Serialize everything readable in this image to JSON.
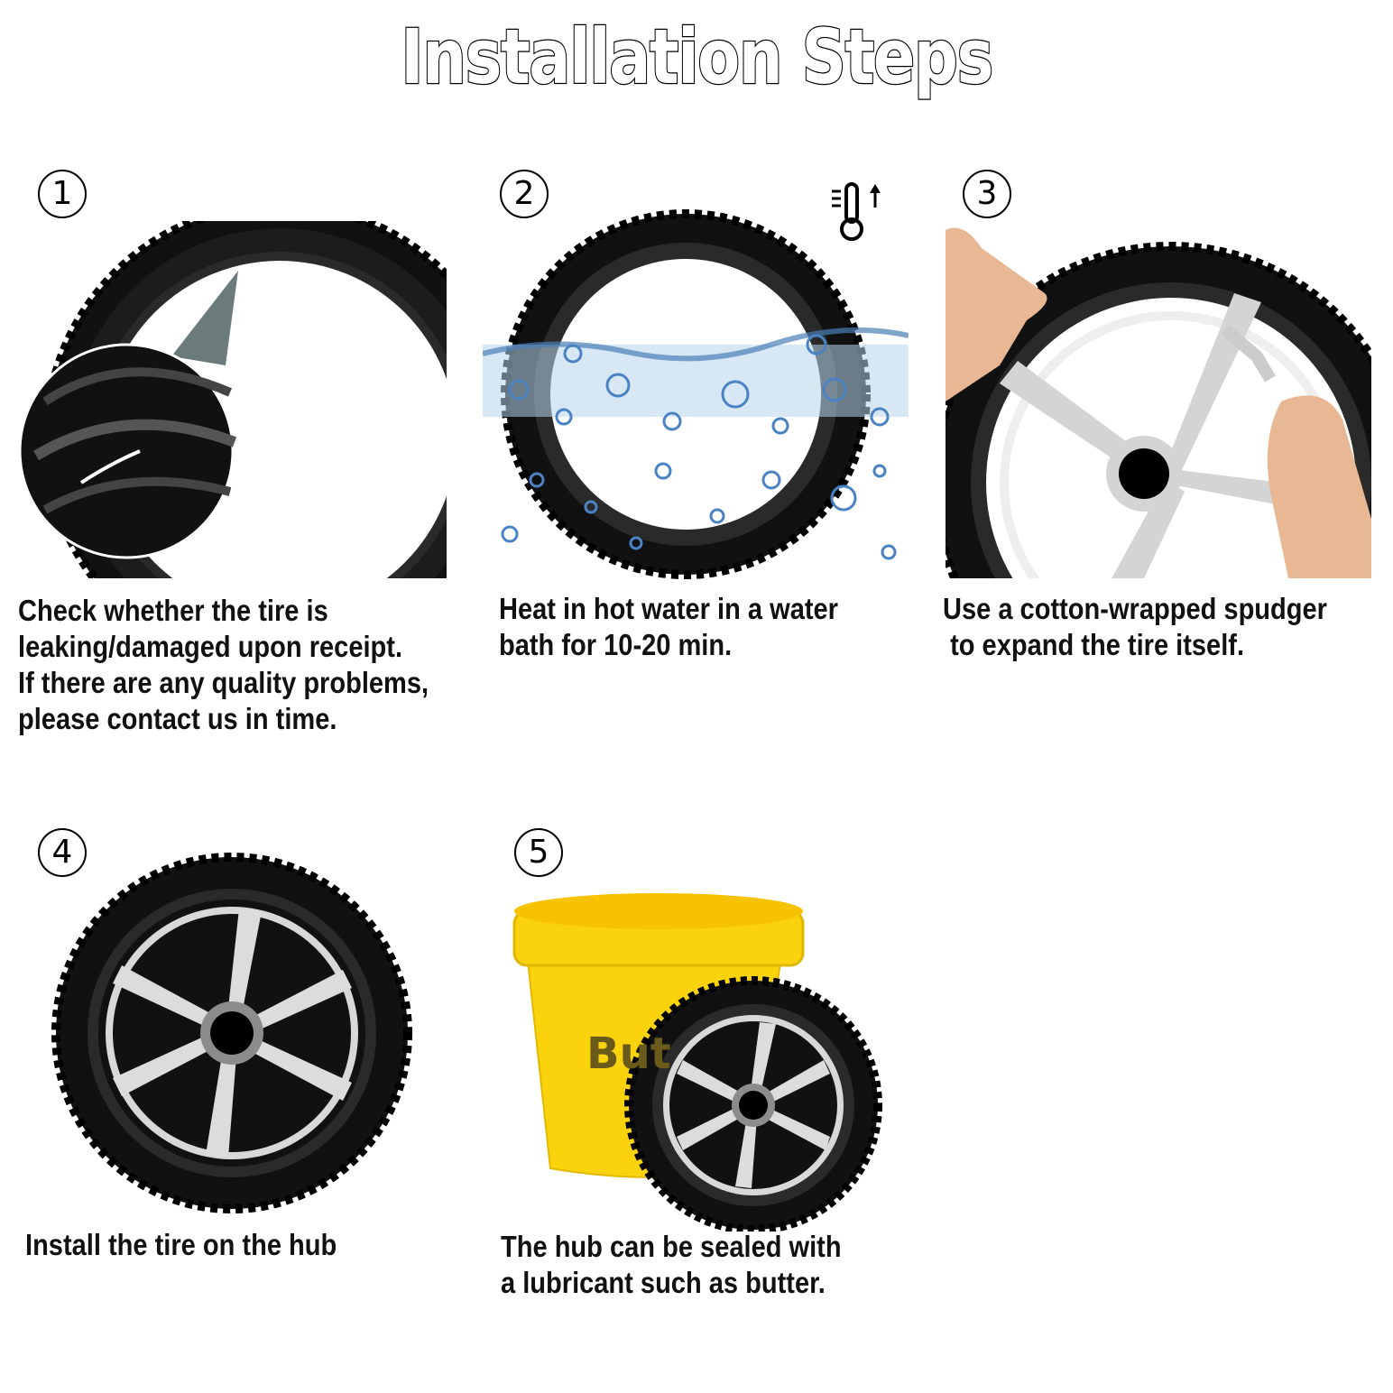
{
  "title": "Installation Steps",
  "steps": [
    {
      "number": "1",
      "lines": [
        "Check whether the tire is",
        "leaking/damaged upon receipt.",
        "If there are any quality problems,",
        "please contact us in time."
      ]
    },
    {
      "number": "2",
      "lines": [
        "Heat in hot water in a water",
        "bath for 10-20 min."
      ]
    },
    {
      "number": "3",
      "lines": [
        "Use a cotton-wrapped spudger",
        " to expand the tire itself."
      ]
    },
    {
      "number": "4",
      "lines": [
        "Install the tire on the hub"
      ]
    },
    {
      "number": "5",
      "lines": [
        "The hub can be sealed with",
        "a lubricant such as butter."
      ]
    }
  ],
  "bucket_label": "But",
  "icons": {
    "thermometer": "thermometer-up-icon"
  }
}
